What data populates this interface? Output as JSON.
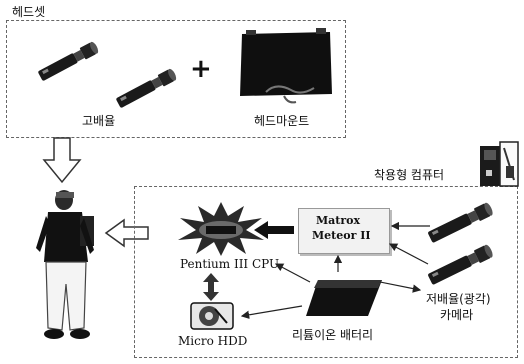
{
  "headset": {
    "title": "헤드셋",
    "camera_label": "고배율",
    "mount_label": "헤드마운트",
    "plus": "+"
  },
  "wearable": {
    "title": "착용형 컴퓨터",
    "cpu_label": "Pentium III CPU",
    "hdd_label": "Micro HDD",
    "battery_label": "리튬이온 배터리",
    "matrox_line1": "Matrox",
    "matrox_line2": "Meteor II",
    "camera_line1": "저배율(광각)",
    "camera_line2": "카메라"
  }
}
